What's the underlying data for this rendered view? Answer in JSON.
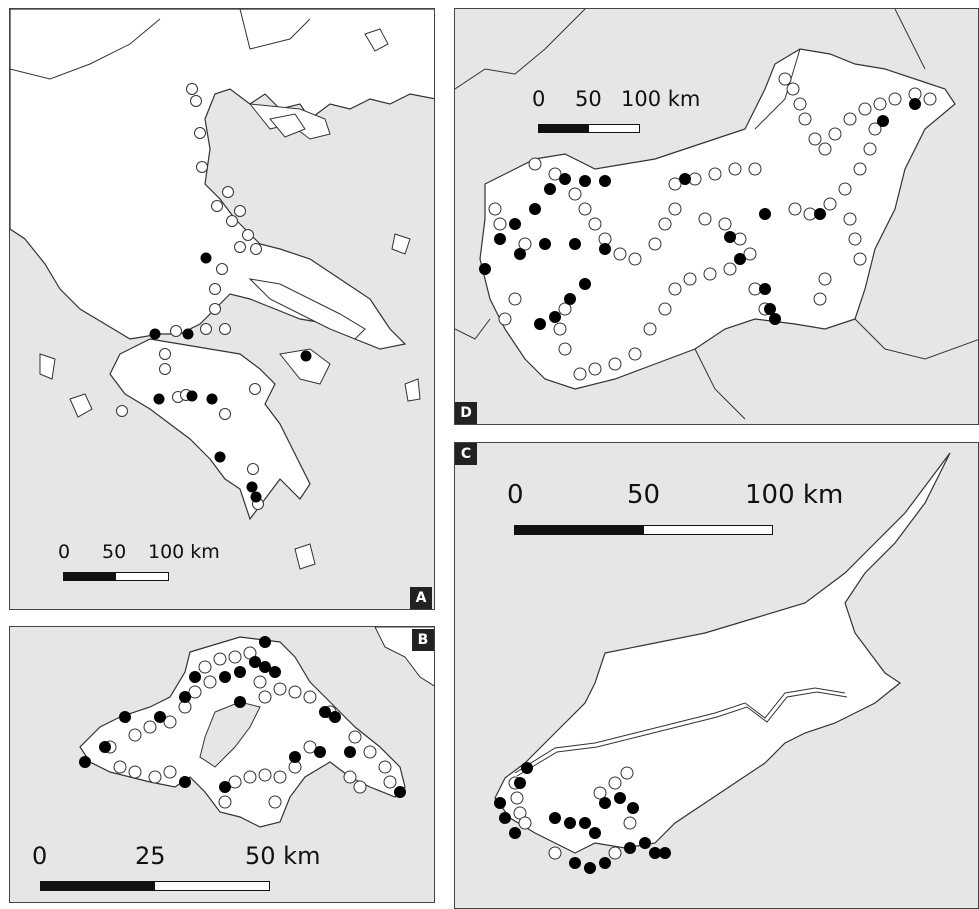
{
  "panels": {
    "A": {
      "label": "A",
      "scale": {
        "t0": "0",
        "t1": "50",
        "t2": "100 km"
      }
    },
    "B": {
      "label": "B",
      "scale": {
        "t0": "0",
        "t1": "25",
        "t2": "50 km"
      }
    },
    "C": {
      "label": "C",
      "scale": {
        "t0": "0",
        "t1": "50",
        "t2": "100 km"
      }
    },
    "D": {
      "label": "D",
      "scale": {
        "t0": "0",
        "t1": "50",
        "t2": "100 km"
      }
    }
  },
  "colors": {
    "land": "#ffffff",
    "sea": "#e6e6e6",
    "outline": "#333333",
    "filled_marker": "#000000",
    "open_marker": "#ffffff"
  }
}
